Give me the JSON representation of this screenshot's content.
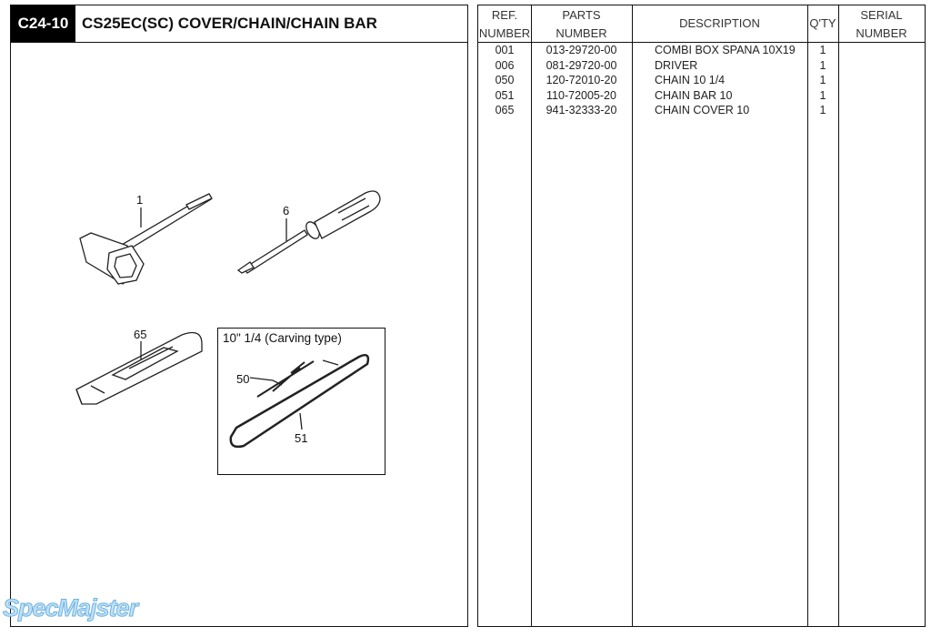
{
  "header": {
    "code": "C24-10",
    "title": "CS25EC(SC)  COVER/CHAIN/CHAIN BAR"
  },
  "diagram": {
    "callouts": [
      "1",
      "6",
      "65",
      "50",
      "51"
    ],
    "inset_label": "10\"  1/4 (Carving type)"
  },
  "table": {
    "headers": {
      "ref": [
        "REF.",
        "NUMBER"
      ],
      "parts": [
        "PARTS",
        "NUMBER"
      ],
      "description": "DESCRIPTION",
      "qty": "Q'TY",
      "serial": [
        "SERIAL",
        "NUMBER"
      ]
    },
    "rows": [
      {
        "ref": "001",
        "part": "013-29720-00",
        "desc": "COMBI BOX SPANA 10X19",
        "qty": "1"
      },
      {
        "ref": "006",
        "part": "081-29720-00",
        "desc": "DRIVER",
        "qty": "1"
      },
      {
        "ref": "050",
        "part": "120-72010-20",
        "desc": "CHAIN 10 1/4",
        "qty": "1"
      },
      {
        "ref": "051",
        "part": "110-72005-20",
        "desc": "CHAIN BAR 10",
        "qty": "1"
      },
      {
        "ref": "065",
        "part": "941-32333-20",
        "desc": "CHAIN COVER 10",
        "qty": "1"
      }
    ]
  },
  "watermark": "SpecMajster"
}
